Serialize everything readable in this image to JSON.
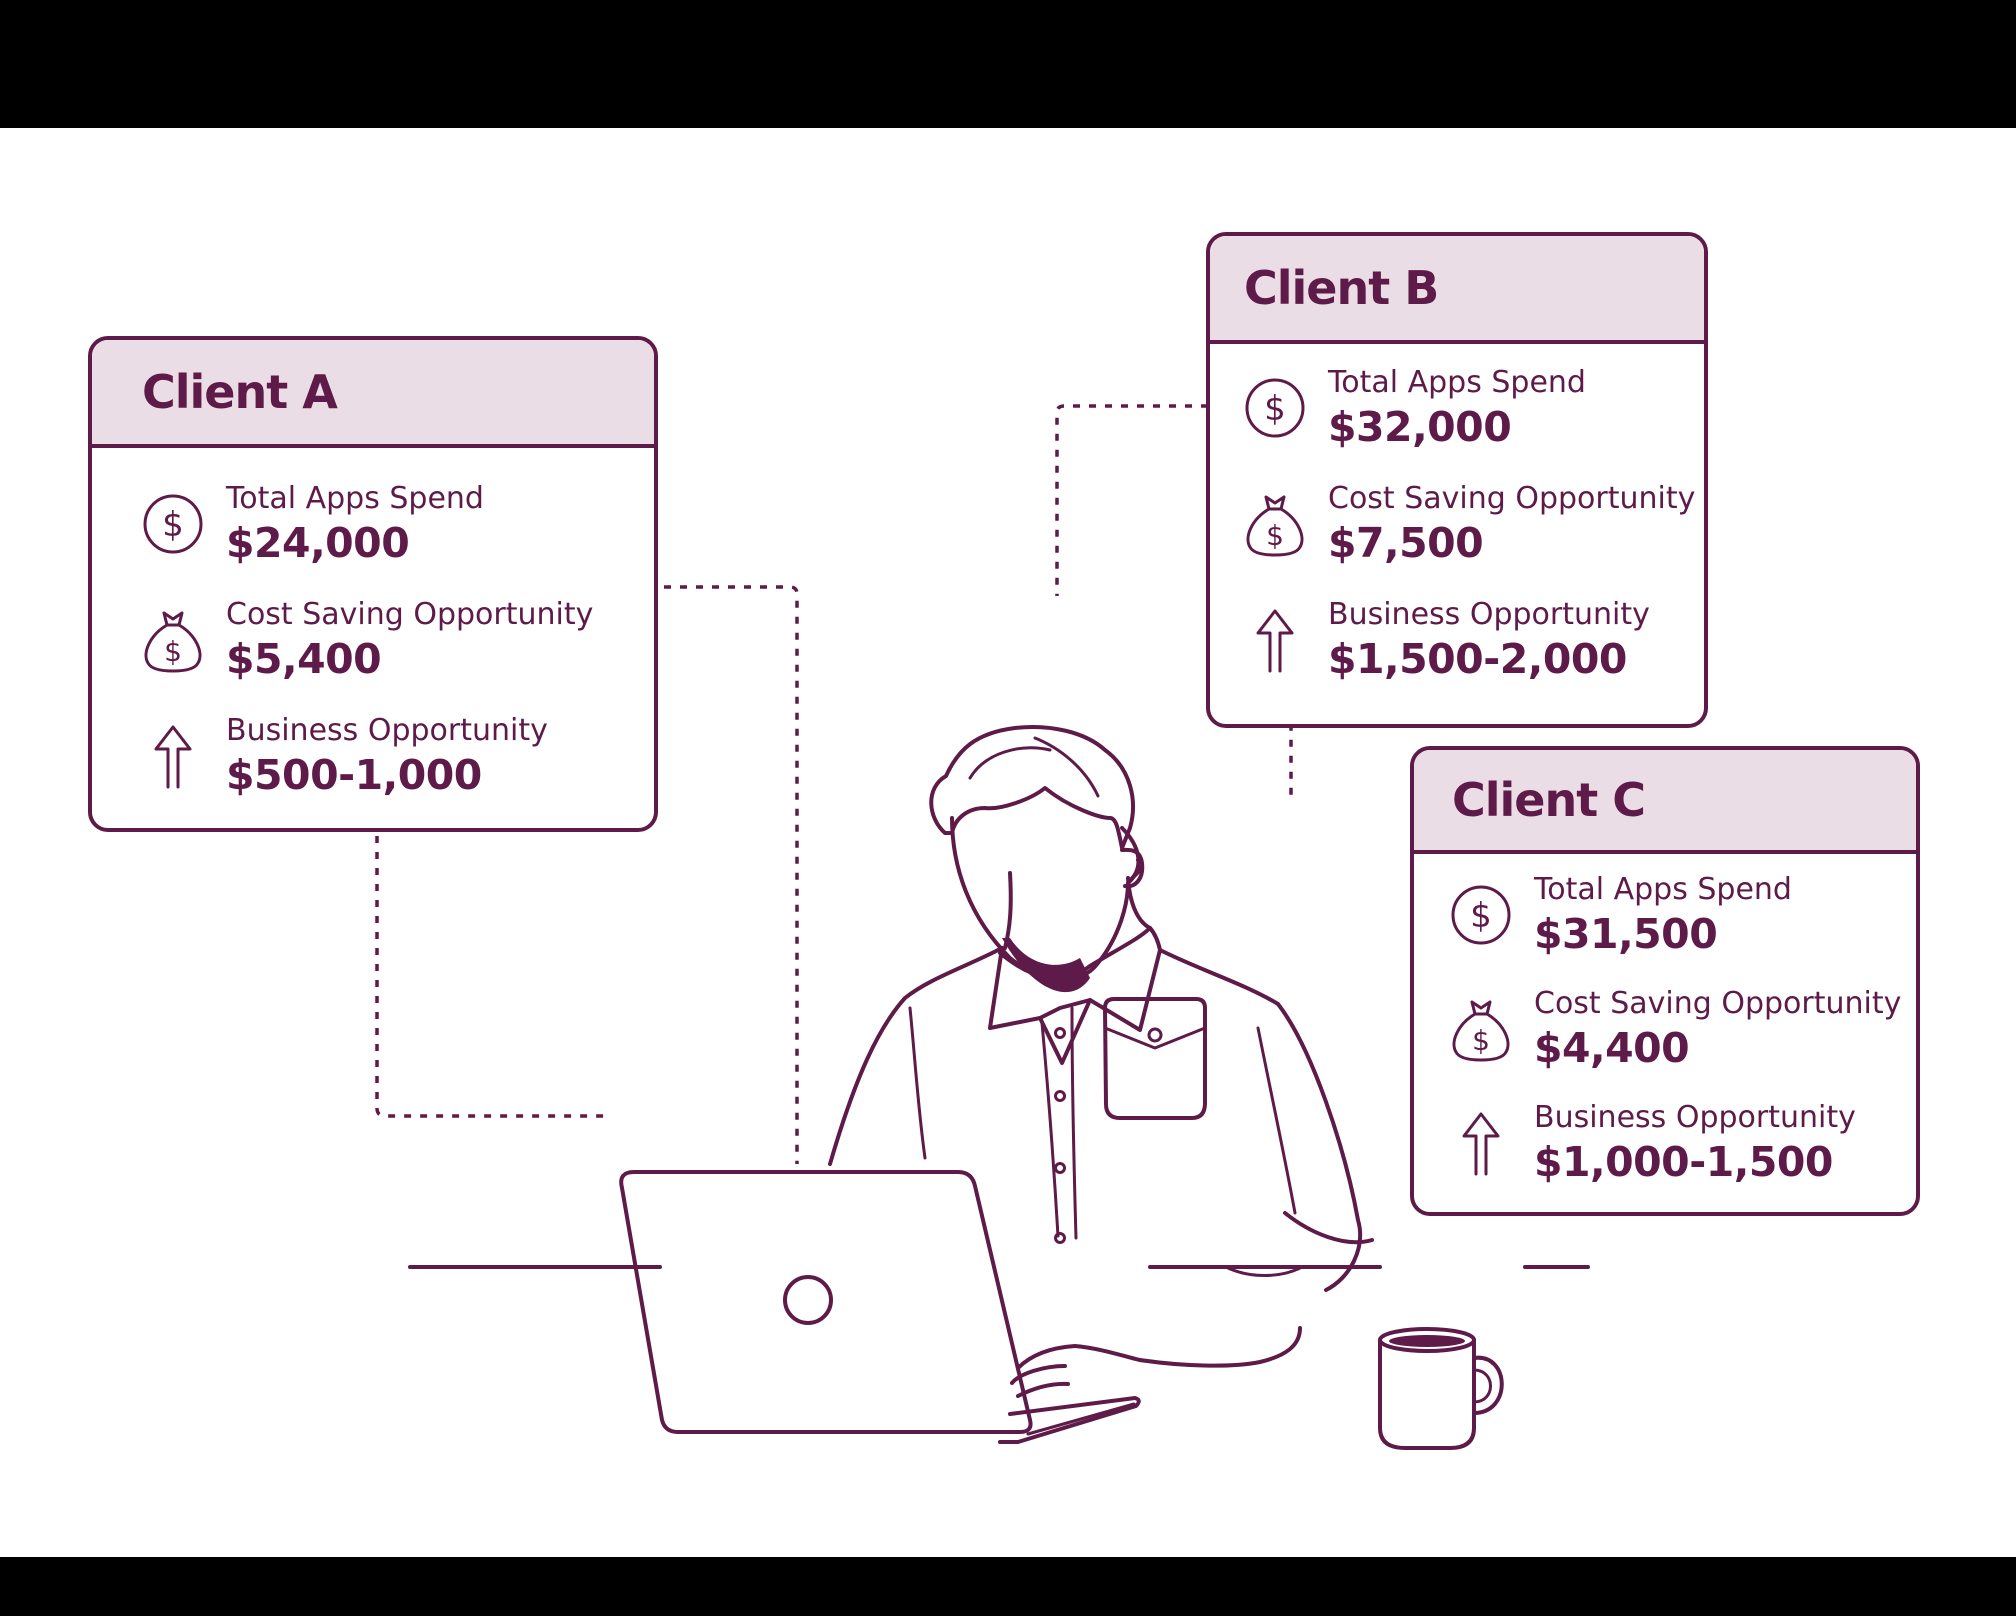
{
  "palette": {
    "ink": "#5e1a48",
    "header_fill": "#ebdde6",
    "background": "#ffffff",
    "frame": "#000000"
  },
  "clients": [
    {
      "name": "Client A",
      "rows": [
        {
          "icon": "dollar-coin-icon",
          "label": "Total Apps Spend",
          "value": "$24,000"
        },
        {
          "icon": "money-bag-icon",
          "label": "Cost Saving Opportunity",
          "value": "$5,400"
        },
        {
          "icon": "arrow-up-icon",
          "label": "Business Opportunity",
          "value": "$500-1,000"
        }
      ]
    },
    {
      "name": "Client B",
      "rows": [
        {
          "icon": "dollar-coin-icon",
          "label": "Total Apps Spend",
          "value": "$32,000"
        },
        {
          "icon": "money-bag-icon",
          "label": "Cost Saving Opportunity",
          "value": "$7,500"
        },
        {
          "icon": "arrow-up-icon",
          "label": "Business Opportunity",
          "value": "$1,500-2,000"
        }
      ]
    },
    {
      "name": "Client C",
      "rows": [
        {
          "icon": "dollar-coin-icon",
          "label": "Total Apps Spend",
          "value": "$31,500"
        },
        {
          "icon": "money-bag-icon",
          "label": "Cost Saving Opportunity",
          "value": "$4,400"
        },
        {
          "icon": "arrow-up-icon",
          "label": "Business Opportunity",
          "value": "$1,000-1,500"
        }
      ]
    }
  ]
}
